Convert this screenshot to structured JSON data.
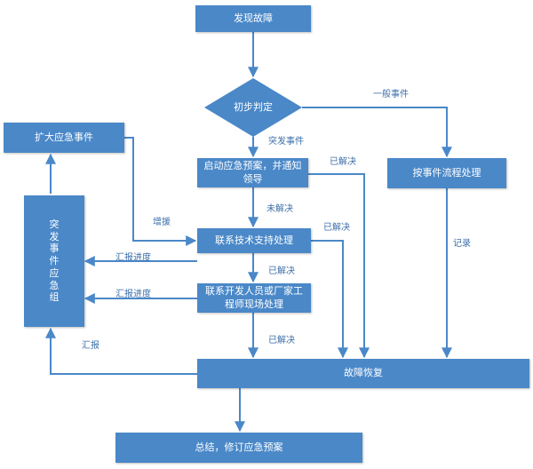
{
  "nodes": {
    "discover": "发现故障",
    "judge": "初步判定",
    "start_plan": "启动应急预案，并通知领导",
    "follow_process": "按事件流程处理",
    "expand": "扩大应急事件",
    "team": "突发事件应急组",
    "contact_support": "联系技术支持处理",
    "contact_dev": "联系开发人员或厂家工程师现场处理",
    "recover": "故障恢复",
    "summary": "总结，修订应急预案"
  },
  "edge_labels": {
    "general_event": "一般事件",
    "emergency_event": "突发事件",
    "resolved_1": "已解决",
    "unresolved": "未解决",
    "reinforce": "增援",
    "resolved_2": "已解决",
    "record": "记录",
    "report_progress_1": "汇报进度",
    "resolved_3": "已解决",
    "report_progress_2": "汇报进度",
    "resolved_4": "已解决",
    "report": "汇报"
  },
  "colors": {
    "node": "#4a88c8",
    "line": "#4a88c8",
    "label": "#3d6fa8"
  }
}
